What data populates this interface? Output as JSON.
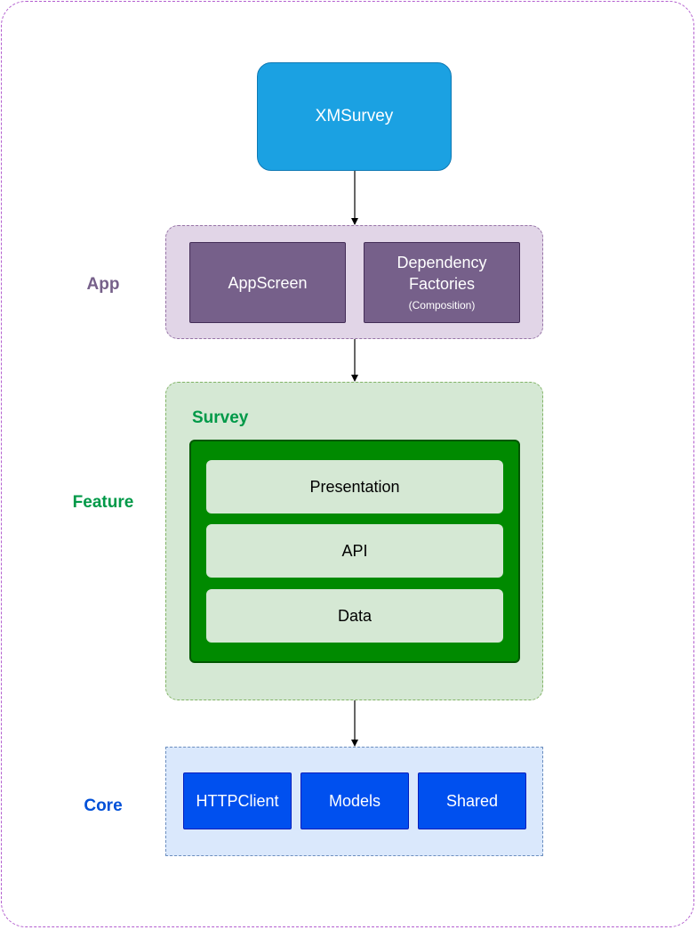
{
  "root": {
    "label": "XMSurvey"
  },
  "layers": {
    "app": {
      "label": "App",
      "color": "#76608a",
      "items": [
        {
          "label": "AppScreen"
        },
        {
          "label": "Dependency Factories",
          "sublabel": "(Composition)"
        }
      ]
    },
    "feature": {
      "label": "Feature",
      "color": "#009948",
      "module": {
        "label": "Survey",
        "items": [
          {
            "label": "Presentation"
          },
          {
            "label": "API"
          },
          {
            "label": "Data"
          }
        ]
      }
    },
    "core": {
      "label": "Core",
      "color": "#0050d8",
      "items": [
        {
          "label": "HTTPClient"
        },
        {
          "label": "Models"
        },
        {
          "label": "Shared"
        }
      ]
    }
  }
}
